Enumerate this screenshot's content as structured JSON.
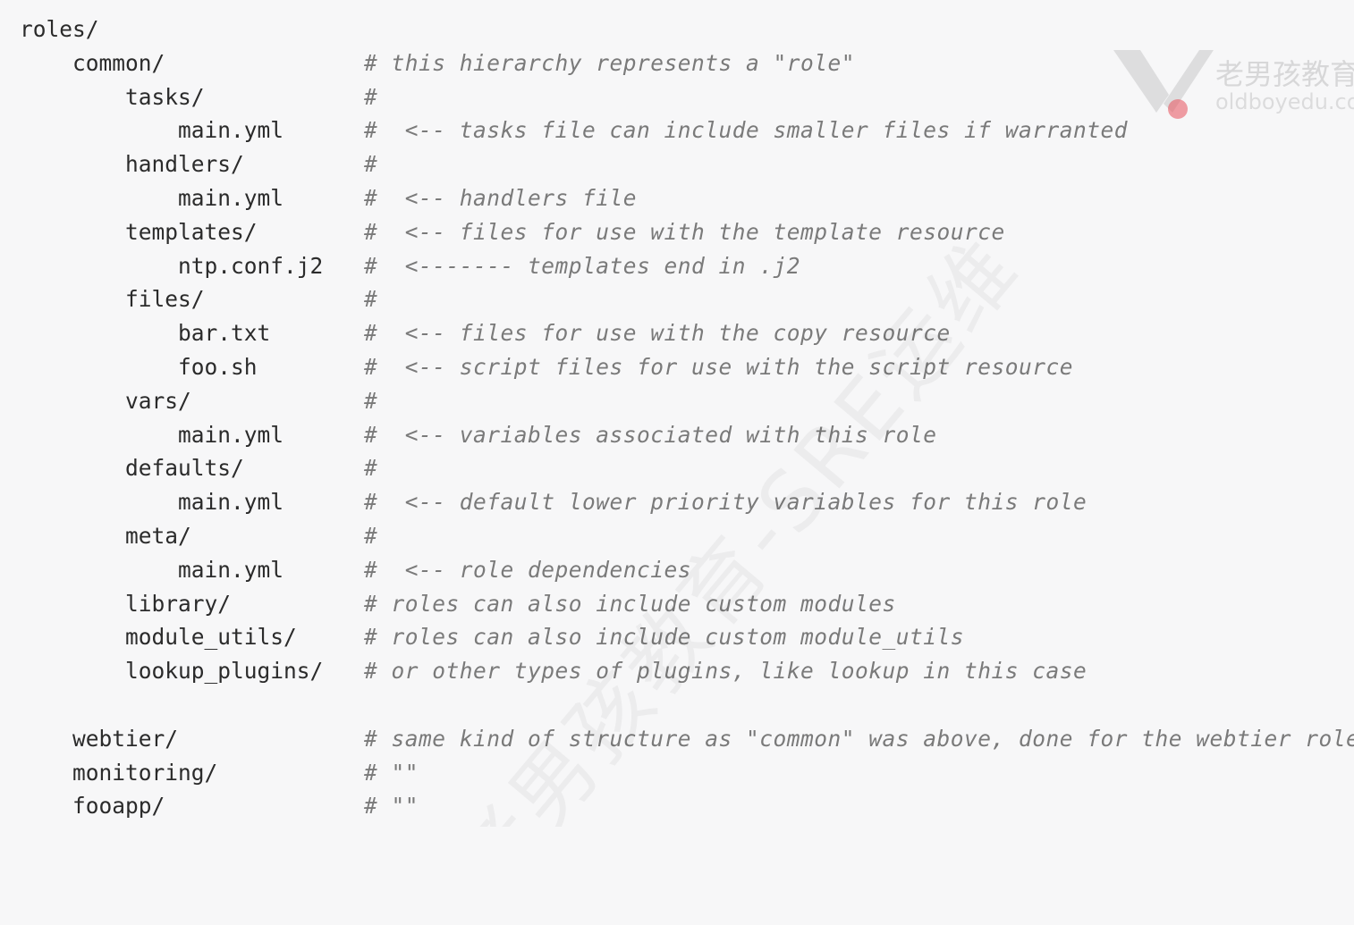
{
  "code_lines": [
    {
      "level": 0,
      "path": "roles/",
      "comment": ""
    },
    {
      "level": 1,
      "path": "common/",
      "comment": "# this hierarchy represents a \"role\""
    },
    {
      "level": 2,
      "path": "tasks/",
      "comment": "#"
    },
    {
      "level": 3,
      "path": "main.yml",
      "comment": "#  <-- tasks file can include smaller files if warranted"
    },
    {
      "level": 2,
      "path": "handlers/",
      "comment": "#"
    },
    {
      "level": 3,
      "path": "main.yml",
      "comment": "#  <-- handlers file"
    },
    {
      "level": 2,
      "path": "templates/",
      "comment": "#  <-- files for use with the template resource"
    },
    {
      "level": 3,
      "path": "ntp.conf.j2",
      "comment": "#  <------- templates end in .j2"
    },
    {
      "level": 2,
      "path": "files/",
      "comment": "#"
    },
    {
      "level": 3,
      "path": "bar.txt",
      "comment": "#  <-- files for use with the copy resource"
    },
    {
      "level": 3,
      "path": "foo.sh",
      "comment": "#  <-- script files for use with the script resource"
    },
    {
      "level": 2,
      "path": "vars/",
      "comment": "#"
    },
    {
      "level": 3,
      "path": "main.yml",
      "comment": "#  <-- variables associated with this role"
    },
    {
      "level": 2,
      "path": "defaults/",
      "comment": "#"
    },
    {
      "level": 3,
      "path": "main.yml",
      "comment": "#  <-- default lower priority variables for this role"
    },
    {
      "level": 2,
      "path": "meta/",
      "comment": "#"
    },
    {
      "level": 3,
      "path": "main.yml",
      "comment": "#  <-- role dependencies"
    },
    {
      "level": 2,
      "path": "library/",
      "comment": "# roles can also include custom modules"
    },
    {
      "level": 2,
      "path": "module_utils/",
      "comment": "# roles can also include custom module_utils"
    },
    {
      "level": 2,
      "path": "lookup_plugins/",
      "comment": "# or other types of plugins, like lookup in this case"
    },
    {
      "level": 1,
      "path": "",
      "comment": ""
    },
    {
      "level": 1,
      "path": "webtier/",
      "comment": "# same kind of structure as \"common\" was above, done for the webtier role"
    },
    {
      "level": 1,
      "path": "monitoring/",
      "comment": "# \"\""
    },
    {
      "level": 1,
      "path": "fooapp/",
      "comment": "# \"\""
    }
  ],
  "watermark": {
    "brand": "老男孩教育",
    "domain": "oldboyedu.com",
    "diagonal_text": "老男孩教育-SRE运维",
    "icon": "oldboy-logo-icon"
  },
  "colors": {
    "background": "#f7f7f8",
    "code_text": "#2b2b2b",
    "comment_text": "#7a7a7a",
    "logo_red": "#e8505b"
  }
}
